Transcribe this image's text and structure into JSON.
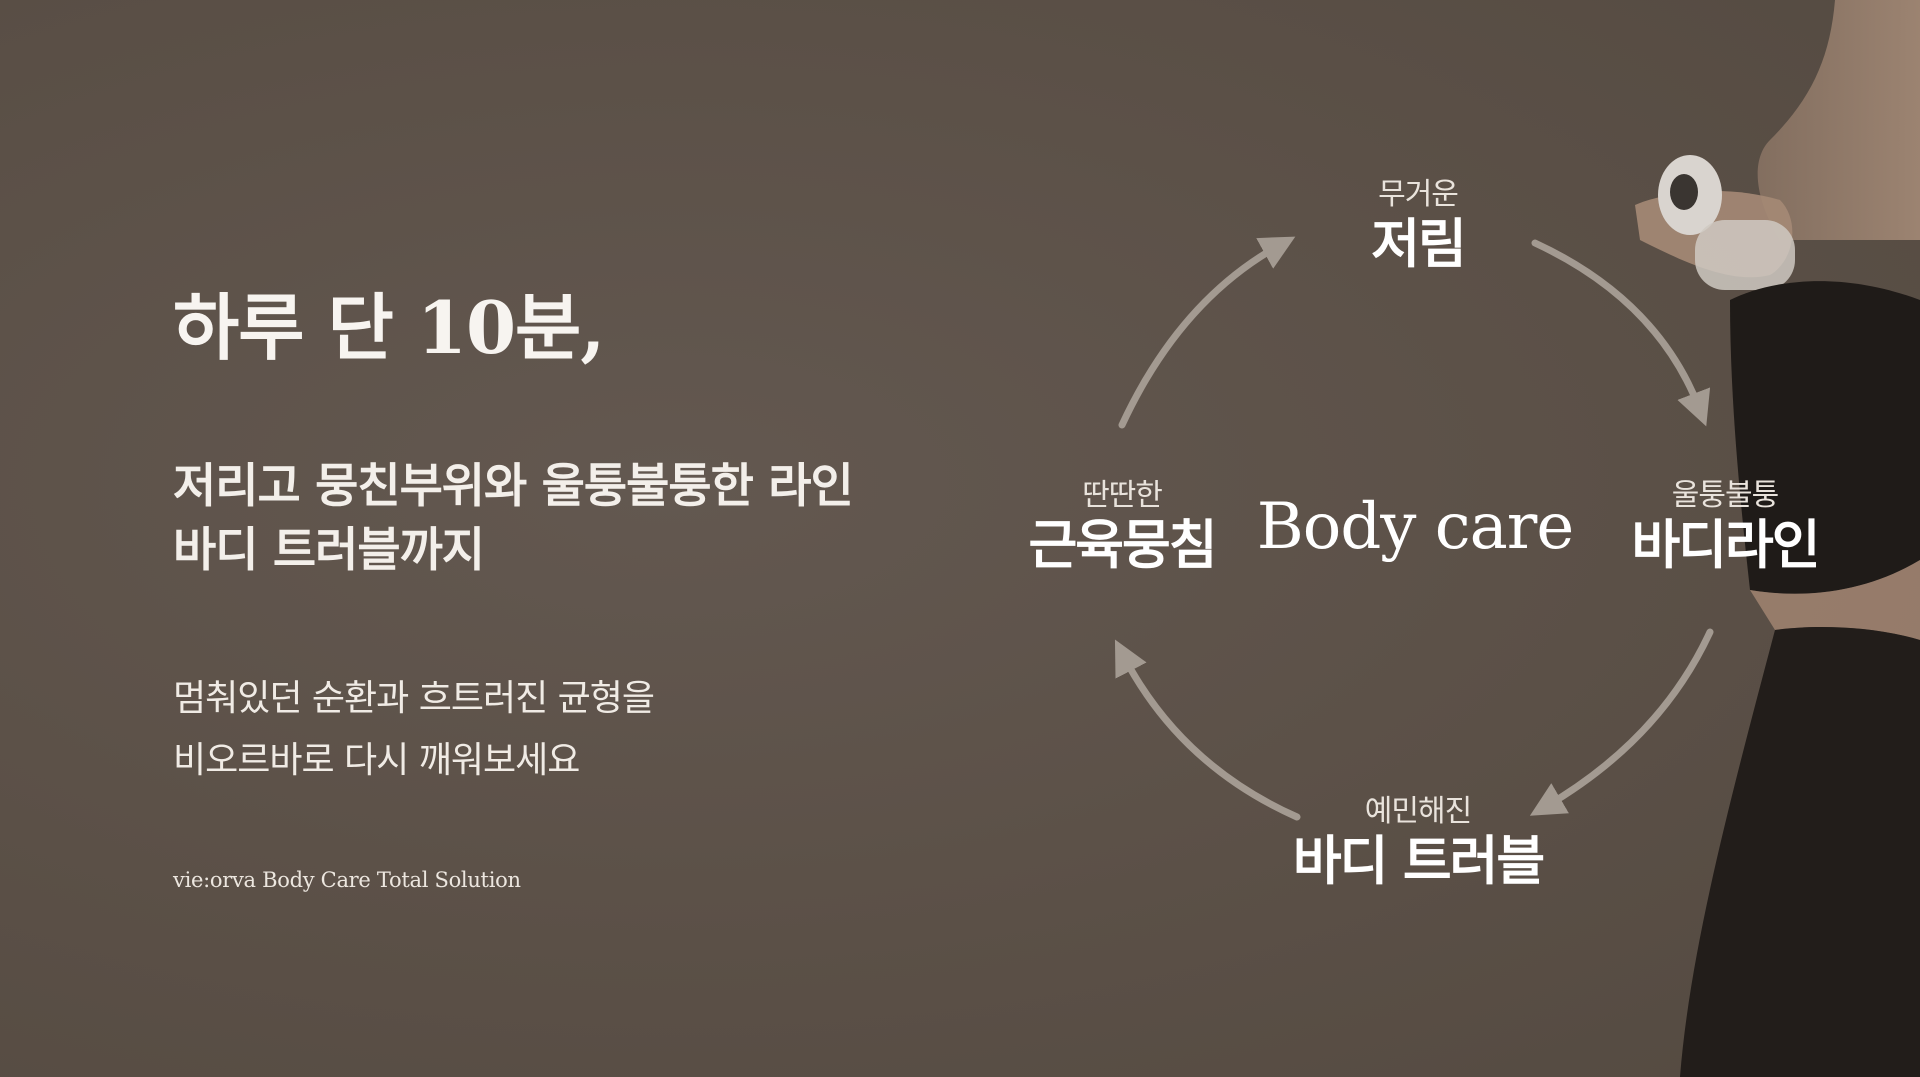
{
  "headline": "하루 단 10분,",
  "sub_headline": {
    "line1": "저리고 뭉친부위와 울퉁불퉁한 라인",
    "line2": "바디 트러블까지"
  },
  "body_copy": {
    "line1": "멈춰있던 순환과 흐트러진 균형을",
    "line2": "비오르바로 다시 깨워보세요"
  },
  "brand_line": "vie:orva Body Care Total Solution",
  "cycle": {
    "center": "Body care",
    "top": {
      "small": "무거운",
      "big": "저림"
    },
    "right": {
      "small": "울퉁불퉁",
      "big": "바디라인"
    },
    "bottom": {
      "small": "예민해진",
      "big": "바디 트러블"
    },
    "left": {
      "small": "딴딴한",
      "big": "근육뭉침"
    }
  },
  "colors": {
    "background": "#5d5248",
    "arrow": "#a39a91",
    "text": "#ffffff"
  }
}
